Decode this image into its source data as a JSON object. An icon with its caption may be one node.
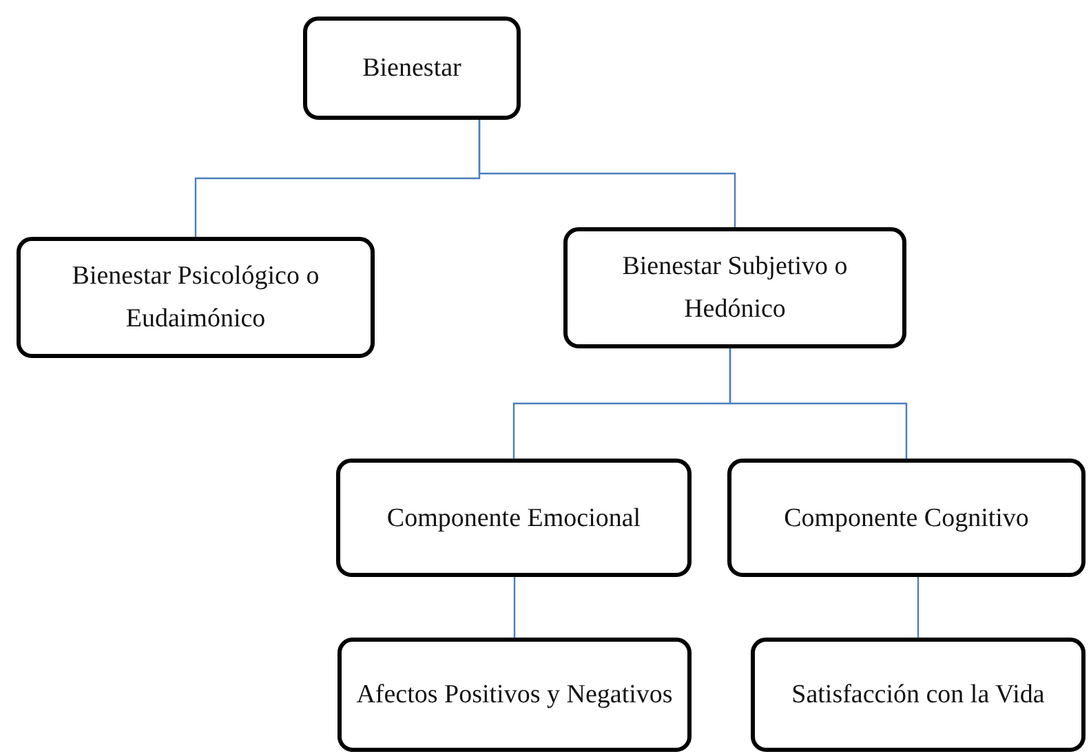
{
  "diagram": {
    "nodes": [
      {
        "text": [
          "Bienestar"
        ]
      },
      {
        "text": [
          "Bienestar Psicológico o Eudaimónico"
        ]
      },
      {
        "text": [
          "Bienestar Subjetivo o Hedónico"
        ]
      },
      {
        "text": [
          "Componente Emocional"
        ]
      },
      {
        "text": [
          "Componente Cognitivo"
        ]
      },
      {
        "text": [
          "Afectos Positivos y Negativos"
        ]
      },
      {
        "text": [
          "Satisfacción con la Vida"
        ]
      }
    ],
    "edges": [
      {
        "from": 0,
        "to": 1,
        "arrow": "none"
      },
      {
        "from": 0,
        "to": 2,
        "arrow": "none"
      },
      {
        "from": 2,
        "to": 3,
        "arrow": "none"
      },
      {
        "from": 2,
        "to": 4,
        "arrow": "none"
      },
      {
        "from": 3,
        "to": 5,
        "arrow": "none"
      },
      {
        "from": 4,
        "to": 6,
        "arrow": "none"
      }
    ]
  }
}
